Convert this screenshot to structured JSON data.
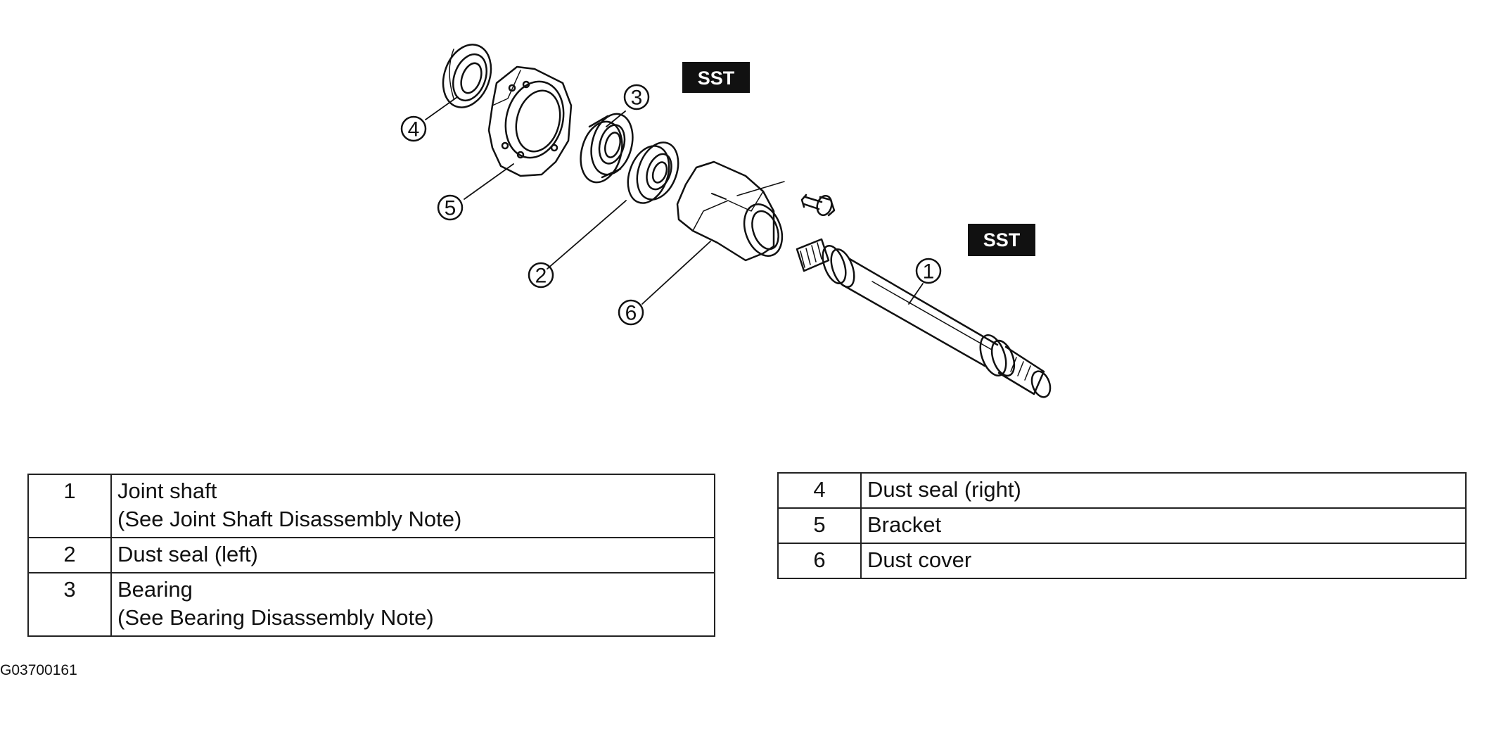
{
  "callouts": {
    "c1": "1",
    "c2": "2",
    "c3": "3",
    "c4": "4",
    "c5": "5",
    "c6": "6"
  },
  "sst_labels": [
    "SST",
    "SST"
  ],
  "parts_left": [
    {
      "num": "1",
      "line1": "Joint shaft",
      "line2": "(See Joint Shaft Disassembly Note)"
    },
    {
      "num": "2",
      "line1": "Dust seal (left)",
      "line2": ""
    },
    {
      "num": "3",
      "line1": "Bearing",
      "line2": "(See Bearing Disassembly Note)"
    }
  ],
  "parts_right": [
    {
      "num": "4",
      "line1": "Dust seal (right)"
    },
    {
      "num": "5",
      "line1": "Bracket"
    },
    {
      "num": "6",
      "line1": "Dust cover"
    }
  ],
  "figure_id": "G03700161"
}
